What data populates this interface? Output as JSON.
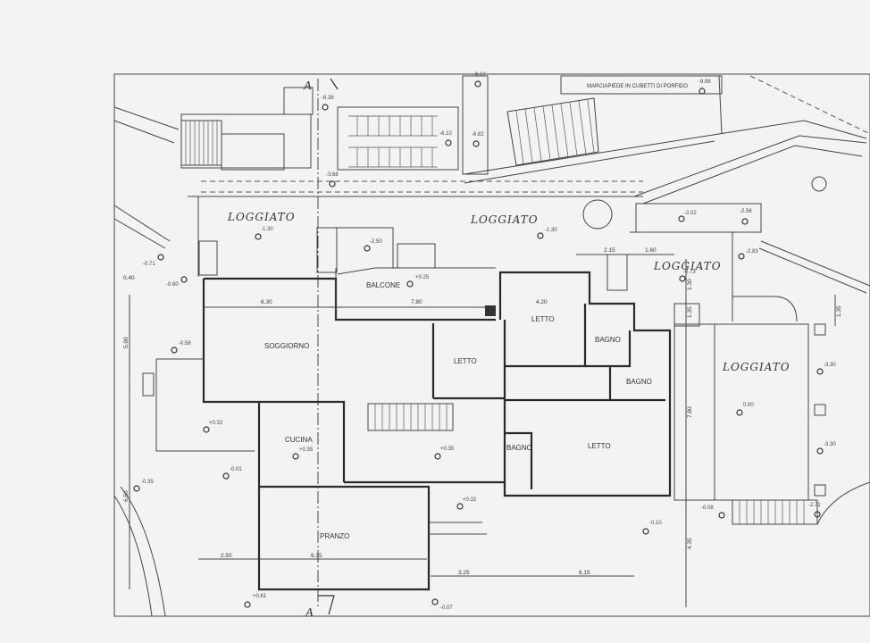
{
  "drawing": {
    "type": "floor plan",
    "street_note": "MARCIAPIEDE IN CUBETTI DI PORFIDO",
    "section_marker": "A",
    "rooms": {
      "loggiato_1": "LOGGIATO",
      "loggiato_2": "LOGGIATO",
      "loggiato_3": "LOGGIATO",
      "loggiato_4": "LOGGIATO",
      "balcone": "BALCONE",
      "soggiorno": "SOGGIORNO",
      "letto_1": "LETTO",
      "letto_2": "LETTO",
      "letto_3": "LETTO",
      "bagno_1": "BAGNO",
      "bagno_2": "BAGNO",
      "bagno_3": "BAGNO",
      "cucina": "CUCINA",
      "pranzo": "PRANZO"
    },
    "elevations": [
      "-6.38",
      "-6.10",
      "-6.82",
      "-3.68",
      "-9.98",
      "-1.30",
      "-2.50",
      "-1.30",
      "-2.02",
      "-2.56",
      "-2.83",
      "-0.73",
      "-0.71",
      "-0.60",
      "+0.25",
      "-0.58",
      "+0.32",
      "+0.35",
      "+0.35",
      "-0.01",
      "-0.35",
      "+0.32",
      "-3.30",
      "0.00",
      "-3.30",
      "-0.08",
      "-2.71",
      "-0.10",
      "+0.61",
      "-0.07",
      "-6.12"
    ],
    "dimensions": [
      "6.30",
      "7.80",
      "4.20",
      "2.15",
      "1.60",
      "1.30",
      "1.35",
      "1.35",
      "5.90",
      "7.80",
      "2.50",
      "6.35",
      "3.25",
      "6.15",
      "4.35",
      "6.50",
      "0.40"
    ]
  }
}
